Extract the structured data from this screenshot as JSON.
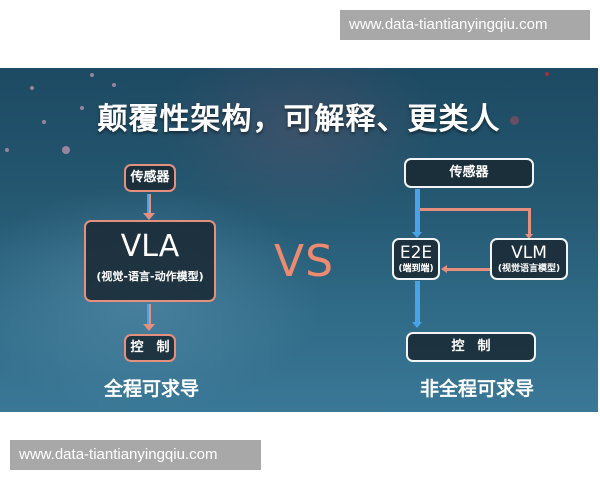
{
  "watermarks": {
    "top": "www.data-tiantianyingqiu.com",
    "bottom": "www.data-tiantianyingqiu.com"
  },
  "slide": {
    "title": "颠覆性架构，可解释、更类人",
    "vs_label": "VS",
    "colors": {
      "accent_red": "#e58f7f",
      "accent_blue": "#4aa3e6",
      "box_fill": "#1a2a34",
      "vs_color": "#ee8a70"
    },
    "left": {
      "sensor_label": "传感器",
      "main_title": "VLA",
      "main_subtitle": "(视觉-语言-动作模型)",
      "control_label": "控　制",
      "caption": "全程可求导"
    },
    "right": {
      "sensor_label": "传感器",
      "e2e_title": "E2E",
      "e2e_subtitle": "(端到端)",
      "vlm_title": "VLM",
      "vlm_subtitle": "(视觉语言模型)",
      "control_label": "控　制",
      "caption": "非全程可求导"
    }
  }
}
